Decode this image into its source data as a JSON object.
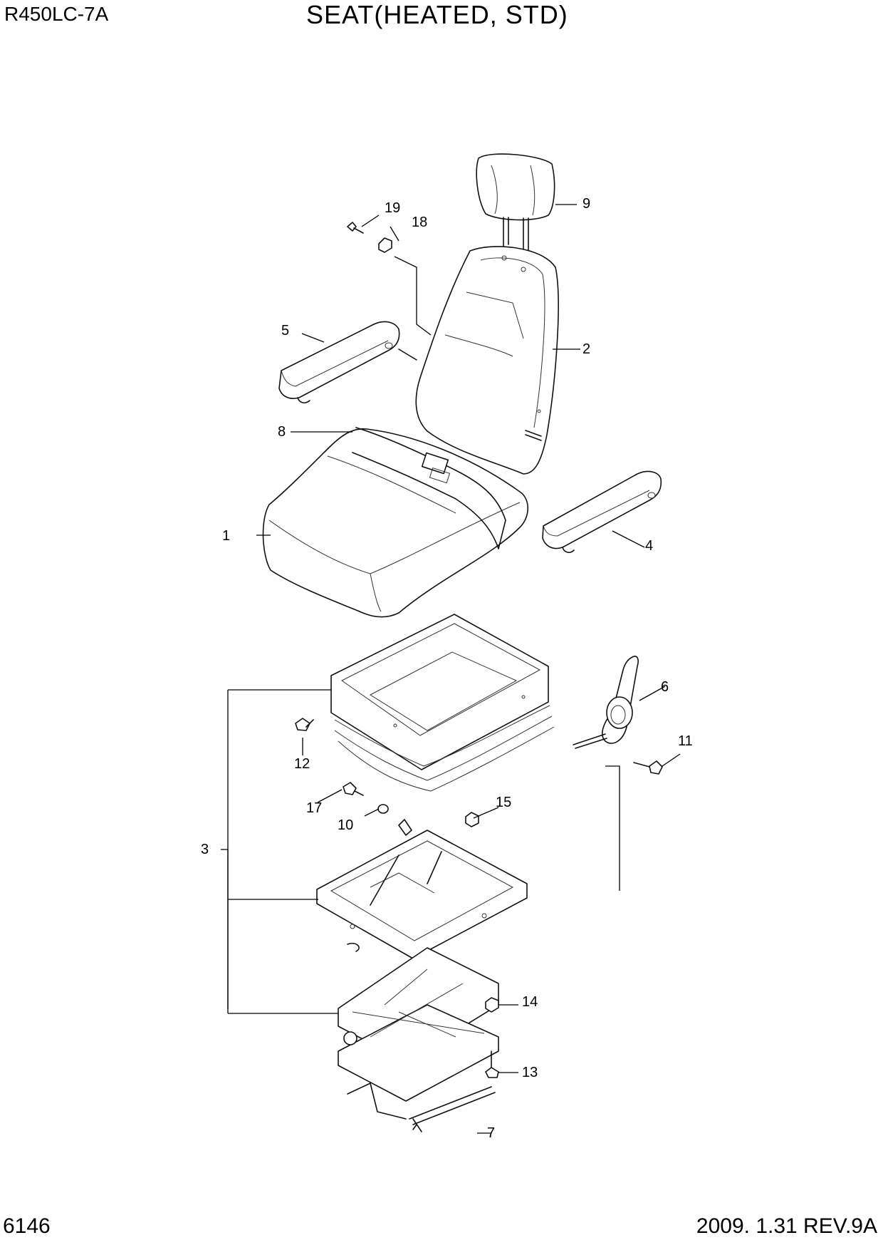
{
  "header": {
    "model": "R450LC-7A",
    "title": "SEAT(HEATED,  STD)"
  },
  "footer": {
    "page_number": "6146",
    "revision": "2009. 1.31  REV.9A"
  },
  "callouts": {
    "c1": "1",
    "c2": "2",
    "c3": "3",
    "c4": "4",
    "c5": "5",
    "c6": "6",
    "c7": "7",
    "c8": "8",
    "c9": "9",
    "c10": "10",
    "c11": "11",
    "c12": "12",
    "c13": "13",
    "c14": "14",
    "c15": "15",
    "c17": "17",
    "c18": "18",
    "c19": "19"
  }
}
